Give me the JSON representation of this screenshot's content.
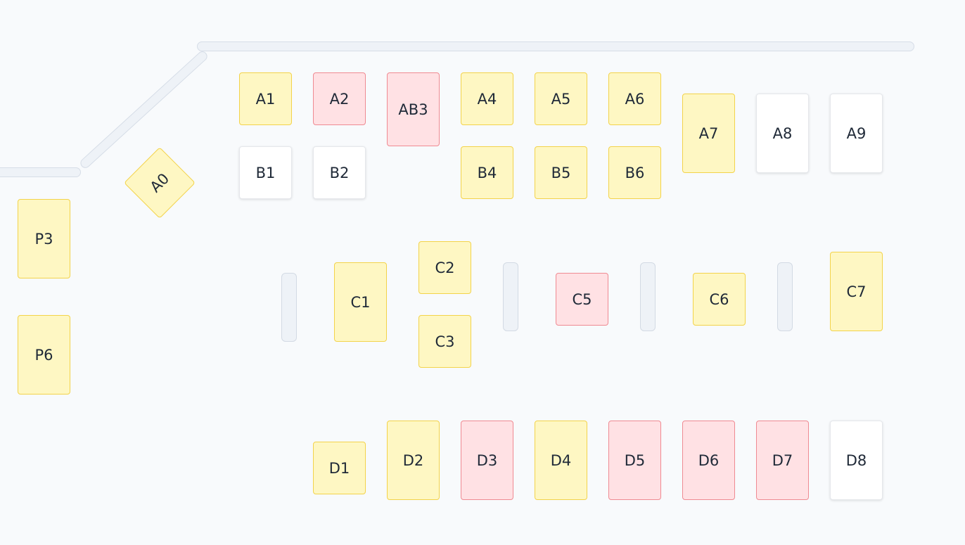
{
  "colors": {
    "background": "#f8fafc",
    "reserved": "#fef7c3",
    "occupied": "#ffe1e4",
    "free": "#ffffff",
    "wall": "#eef2f7"
  },
  "tables": {
    "a0": {
      "label": "A0",
      "status": "reserved"
    },
    "a1": {
      "label": "A1",
      "status": "reserved"
    },
    "a2": {
      "label": "A2",
      "status": "occupied"
    },
    "ab3": {
      "label": "AB3",
      "status": "occupied"
    },
    "a4": {
      "label": "A4",
      "status": "reserved"
    },
    "a5": {
      "label": "A5",
      "status": "reserved"
    },
    "a6": {
      "label": "A6",
      "status": "reserved"
    },
    "a7": {
      "label": "A7",
      "status": "reserved"
    },
    "a8": {
      "label": "A8",
      "status": "free"
    },
    "a9": {
      "label": "A9",
      "status": "free"
    },
    "b1": {
      "label": "B1",
      "status": "free"
    },
    "b2": {
      "label": "B2",
      "status": "free"
    },
    "b4": {
      "label": "B4",
      "status": "reserved"
    },
    "b5": {
      "label": "B5",
      "status": "reserved"
    },
    "b6": {
      "label": "B6",
      "status": "reserved"
    },
    "p3": {
      "label": "P3",
      "status": "reserved"
    },
    "p6": {
      "label": "P6",
      "status": "reserved"
    },
    "c1": {
      "label": "C1",
      "status": "reserved"
    },
    "c2": {
      "label": "C2",
      "status": "reserved"
    },
    "c3": {
      "label": "C3",
      "status": "reserved"
    },
    "c5": {
      "label": "C5",
      "status": "occupied"
    },
    "c6": {
      "label": "C6",
      "status": "reserved"
    },
    "c7": {
      "label": "C7",
      "status": "reserved"
    },
    "d1": {
      "label": "D1",
      "status": "reserved"
    },
    "d2": {
      "label": "D2",
      "status": "reserved"
    },
    "d3": {
      "label": "D3",
      "status": "occupied"
    },
    "d4": {
      "label": "D4",
      "status": "reserved"
    },
    "d5": {
      "label": "D5",
      "status": "occupied"
    },
    "d6": {
      "label": "D6",
      "status": "occupied"
    },
    "d7": {
      "label": "D7",
      "status": "occupied"
    },
    "d8": {
      "label": "D8",
      "status": "free"
    }
  }
}
